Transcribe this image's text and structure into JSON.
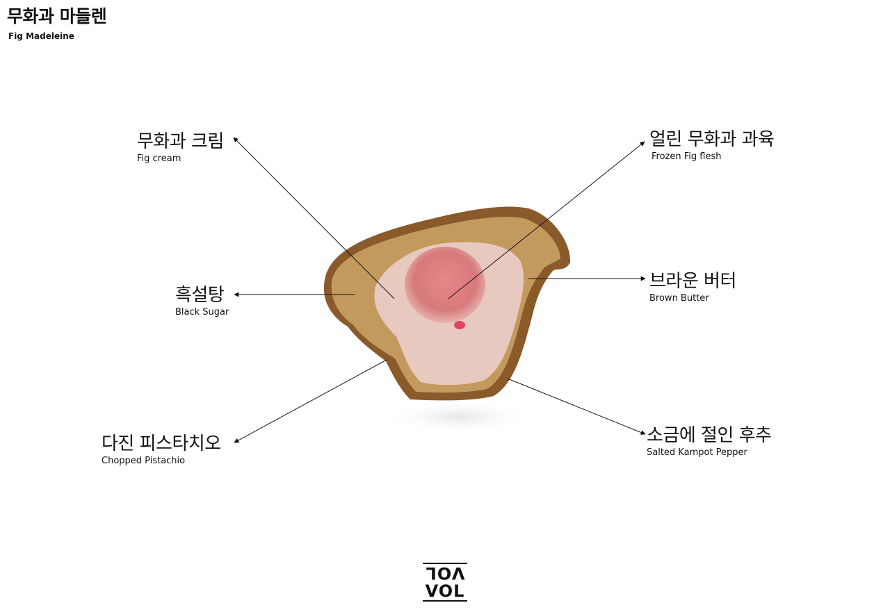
{
  "header": {
    "title": "무화과 마들렌",
    "subtitle": "Fig Madeleine"
  },
  "labels": {
    "fig_cream": {
      "ko": "무화과 크림",
      "en": "Fig cream"
    },
    "frozen_fig": {
      "ko": "얼린 무화과 과육",
      "en": "Frozen Fig flesh"
    },
    "black_sugar": {
      "ko": "흑설탕",
      "en": "Black Sugar"
    },
    "brown_butter": {
      "ko": "브라운 버터",
      "en": "Brown Butter"
    },
    "pistachio": {
      "ko": "다진 피스타치오",
      "en": "Chopped Pistachio"
    },
    "pepper": {
      "ko": "소금에 절인 후추",
      "en": "Salted Kampot Pepper"
    }
  },
  "logo": {
    "text": "VOL"
  },
  "colors": {
    "crust": "#8a5a2b",
    "crumb": "#c39a5e",
    "cream": "#e8c9c0",
    "fig": "#d9797a",
    "line": "#111111"
  }
}
